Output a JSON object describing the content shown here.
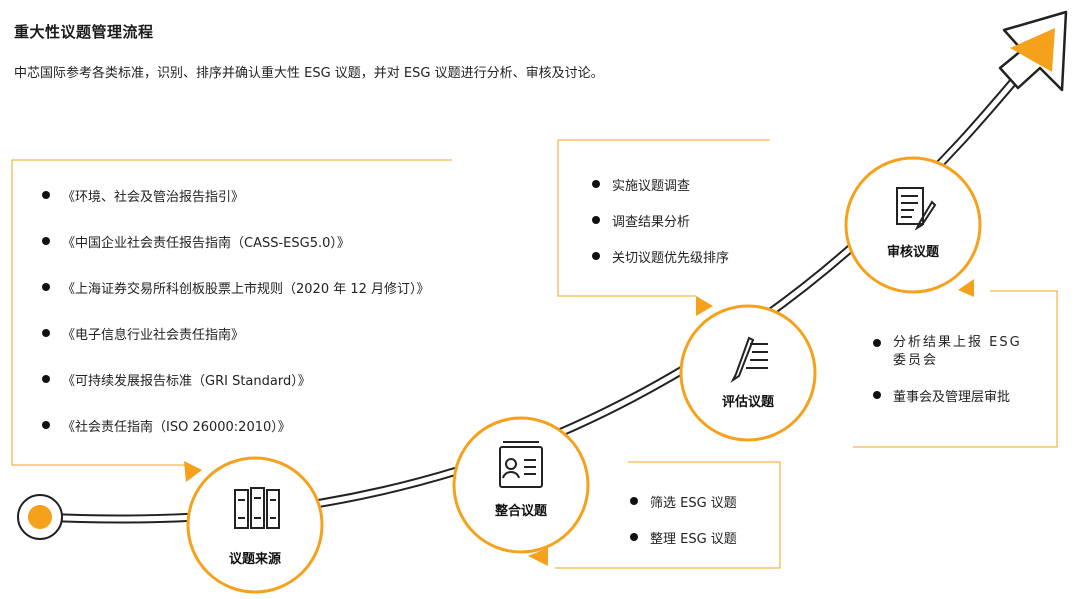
{
  "header": {
    "title": "重大性议题管理流程",
    "subtitle": "中芯国际参考各类标准，识别、排序并确认重大性 ESG 议题，并对 ESG 议题进行分析、审核及讨论。"
  },
  "colors": {
    "accent": "#f5a11c",
    "text": "#1a1a1a",
    "curve": "#222222"
  },
  "stages": [
    {
      "label": "议题来源",
      "icon": "binders-icon"
    },
    {
      "label": "整合议题",
      "icon": "id-card-icon"
    },
    {
      "label": "评估议题",
      "icon": "pen-list-icon"
    },
    {
      "label": "审核议题",
      "icon": "document-pen-icon"
    }
  ],
  "sources": {
    "items": [
      "《环境、社会及管治报告指引》",
      "《中国企业社会责任报告指南（CASS-ESG5.0）》",
      "《上海证券交易所科创板股票上市规则（2020 年 12 月修订）》",
      "《电子信息行业社会责任指南》",
      "《可持续发展报告标准（GRI Standard）》",
      "《社会责任指南（ISO 26000:2010）》"
    ]
  },
  "integrate": {
    "items": [
      "筛选 ESG 议题",
      "整理 ESG 议题"
    ]
  },
  "evaluate": {
    "items": [
      "实施议题调查",
      "调查结果分析",
      "关切议题优先级排序"
    ]
  },
  "review": {
    "items": [
      "分析结果上报 ESG 委员会",
      "董事会及管理层审批"
    ]
  }
}
